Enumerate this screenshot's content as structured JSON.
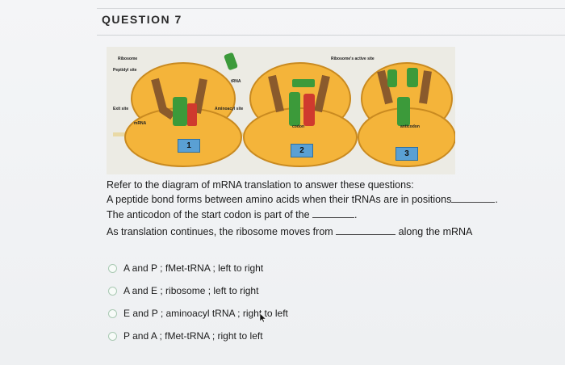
{
  "question": {
    "title": "QUESTION 7"
  },
  "diagram": {
    "labels": {
      "ribosome": "Ribosome",
      "peptidyl_site": "Peptidyl site",
      "exit_site": "Exit site",
      "mrna": "mRNA",
      "trna": "tRNA",
      "aminoacyl_site": "Aminoacyl site",
      "ribosome_active_site": "Ribosome's active site",
      "codon": "codon",
      "anticodon": "anticodon"
    },
    "panels": [
      "1",
      "2",
      "3"
    ],
    "colors": {
      "ribosome": "#f4b43a",
      "ribosome_dark": "#c98a20",
      "subunit": "#8a5a2c",
      "trna_green": "#3c9a3a",
      "trna_red": "#cf3a2e",
      "panel_box": "#5aa0d4"
    }
  },
  "prompt": {
    "intro": "Refer to the diagram of mRNA translation to answer these questions:",
    "line1": "A peptide bond forms between amino acids when their tRNAs are in positions",
    "line1_end": ".",
    "line2": "The anticodon of the start codon is part of the",
    "line2_end": ".",
    "line3": "As translation continues, the ribosome moves from",
    "line3_end": "along the mRNA"
  },
  "options": [
    {
      "label": "A and P ; fMet-tRNA ; left to right"
    },
    {
      "label": "A and E ; ribosome ; left to right"
    },
    {
      "label": "E and P ; aminoacyl tRNA ; right to left"
    },
    {
      "label": "P and A ; fMet-tRNA ; right to left"
    }
  ]
}
